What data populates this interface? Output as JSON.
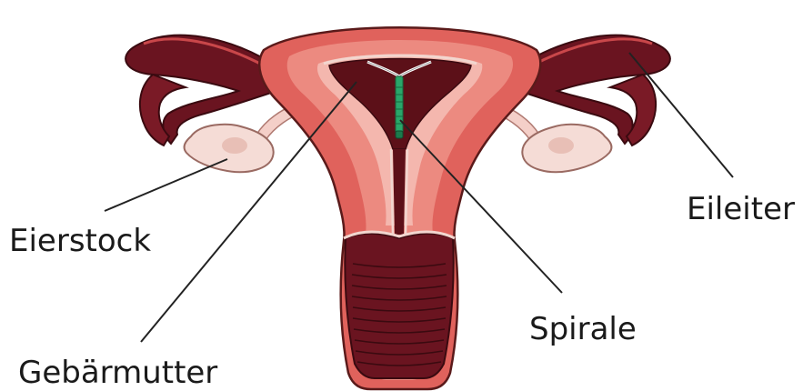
{
  "labels": {
    "eierstock": "Eierstock",
    "gebaermutter": "Gebärmutter",
    "spirale": "Spirale",
    "eileiter": "Eileiter"
  },
  "colors": {
    "outline": "#5a1a1a",
    "uterus_outer": "#d9534f",
    "uterus_mid": "#ec8a80",
    "uterus_light": "#f4b7ae",
    "cavity": "#5c1018",
    "lining_pale": "#f2d6cf",
    "ovary": "#f5dcd6",
    "ovary_shade": "#e8bfb6",
    "ligament": "#f4cfc8",
    "tube_dark": "#6a1420",
    "iud_green": "#2aa66a",
    "iud_white": "#ffffff",
    "leader_line": "#222222"
  }
}
